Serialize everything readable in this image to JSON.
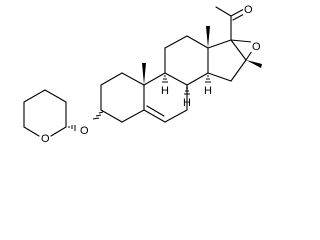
{
  "atoms": {
    "ketone_oxygen": "O",
    "epoxide_oxygen": "O",
    "ring_oxygen": "O",
    "ether_oxygen": "O",
    "hydrogen_c8": "H",
    "hydrogen_c9": "H",
    "hydrogen_c14": "H"
  },
  "colors": {
    "bond": "#000000",
    "background": "#ffffff"
  }
}
